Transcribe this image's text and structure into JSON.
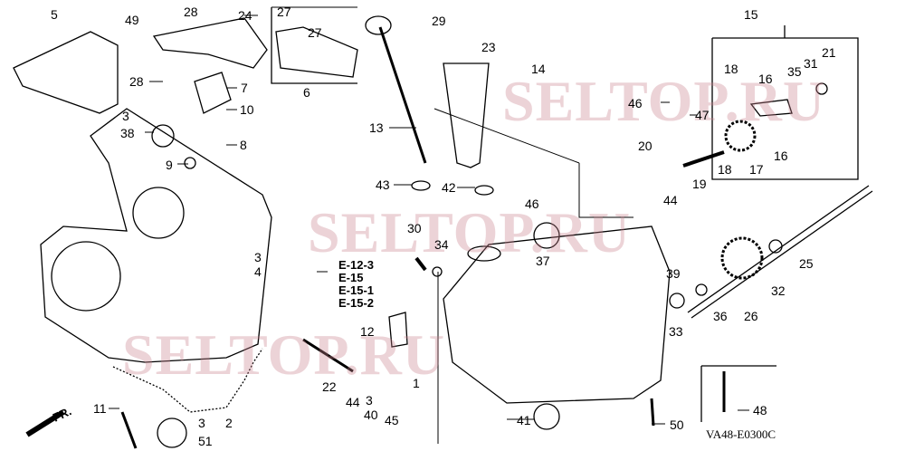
{
  "watermark": "SELTOP.RU",
  "diagram_code": "VA48-E0300C",
  "front_marker": "FR.",
  "references": [
    "E-12-3",
    "E-15",
    "E-15-1",
    "E-15-2"
  ],
  "labels": [
    "5",
    "49",
    "28",
    "24",
    "27",
    "27",
    "29",
    "23",
    "14",
    "15",
    "21",
    "35",
    "31",
    "18",
    "16",
    "28",
    "7",
    "6",
    "10",
    "3",
    "38",
    "8",
    "9",
    "13",
    "46",
    "47",
    "20",
    "16",
    "18",
    "17",
    "19",
    "44",
    "43",
    "42",
    "46",
    "30",
    "34",
    "37",
    "3",
    "4",
    "39",
    "25",
    "32",
    "33",
    "36",
    "26",
    "12",
    "22",
    "44",
    "3",
    "40",
    "45",
    "1",
    "41",
    "50",
    "48",
    "11",
    "2",
    "3",
    "51"
  ]
}
